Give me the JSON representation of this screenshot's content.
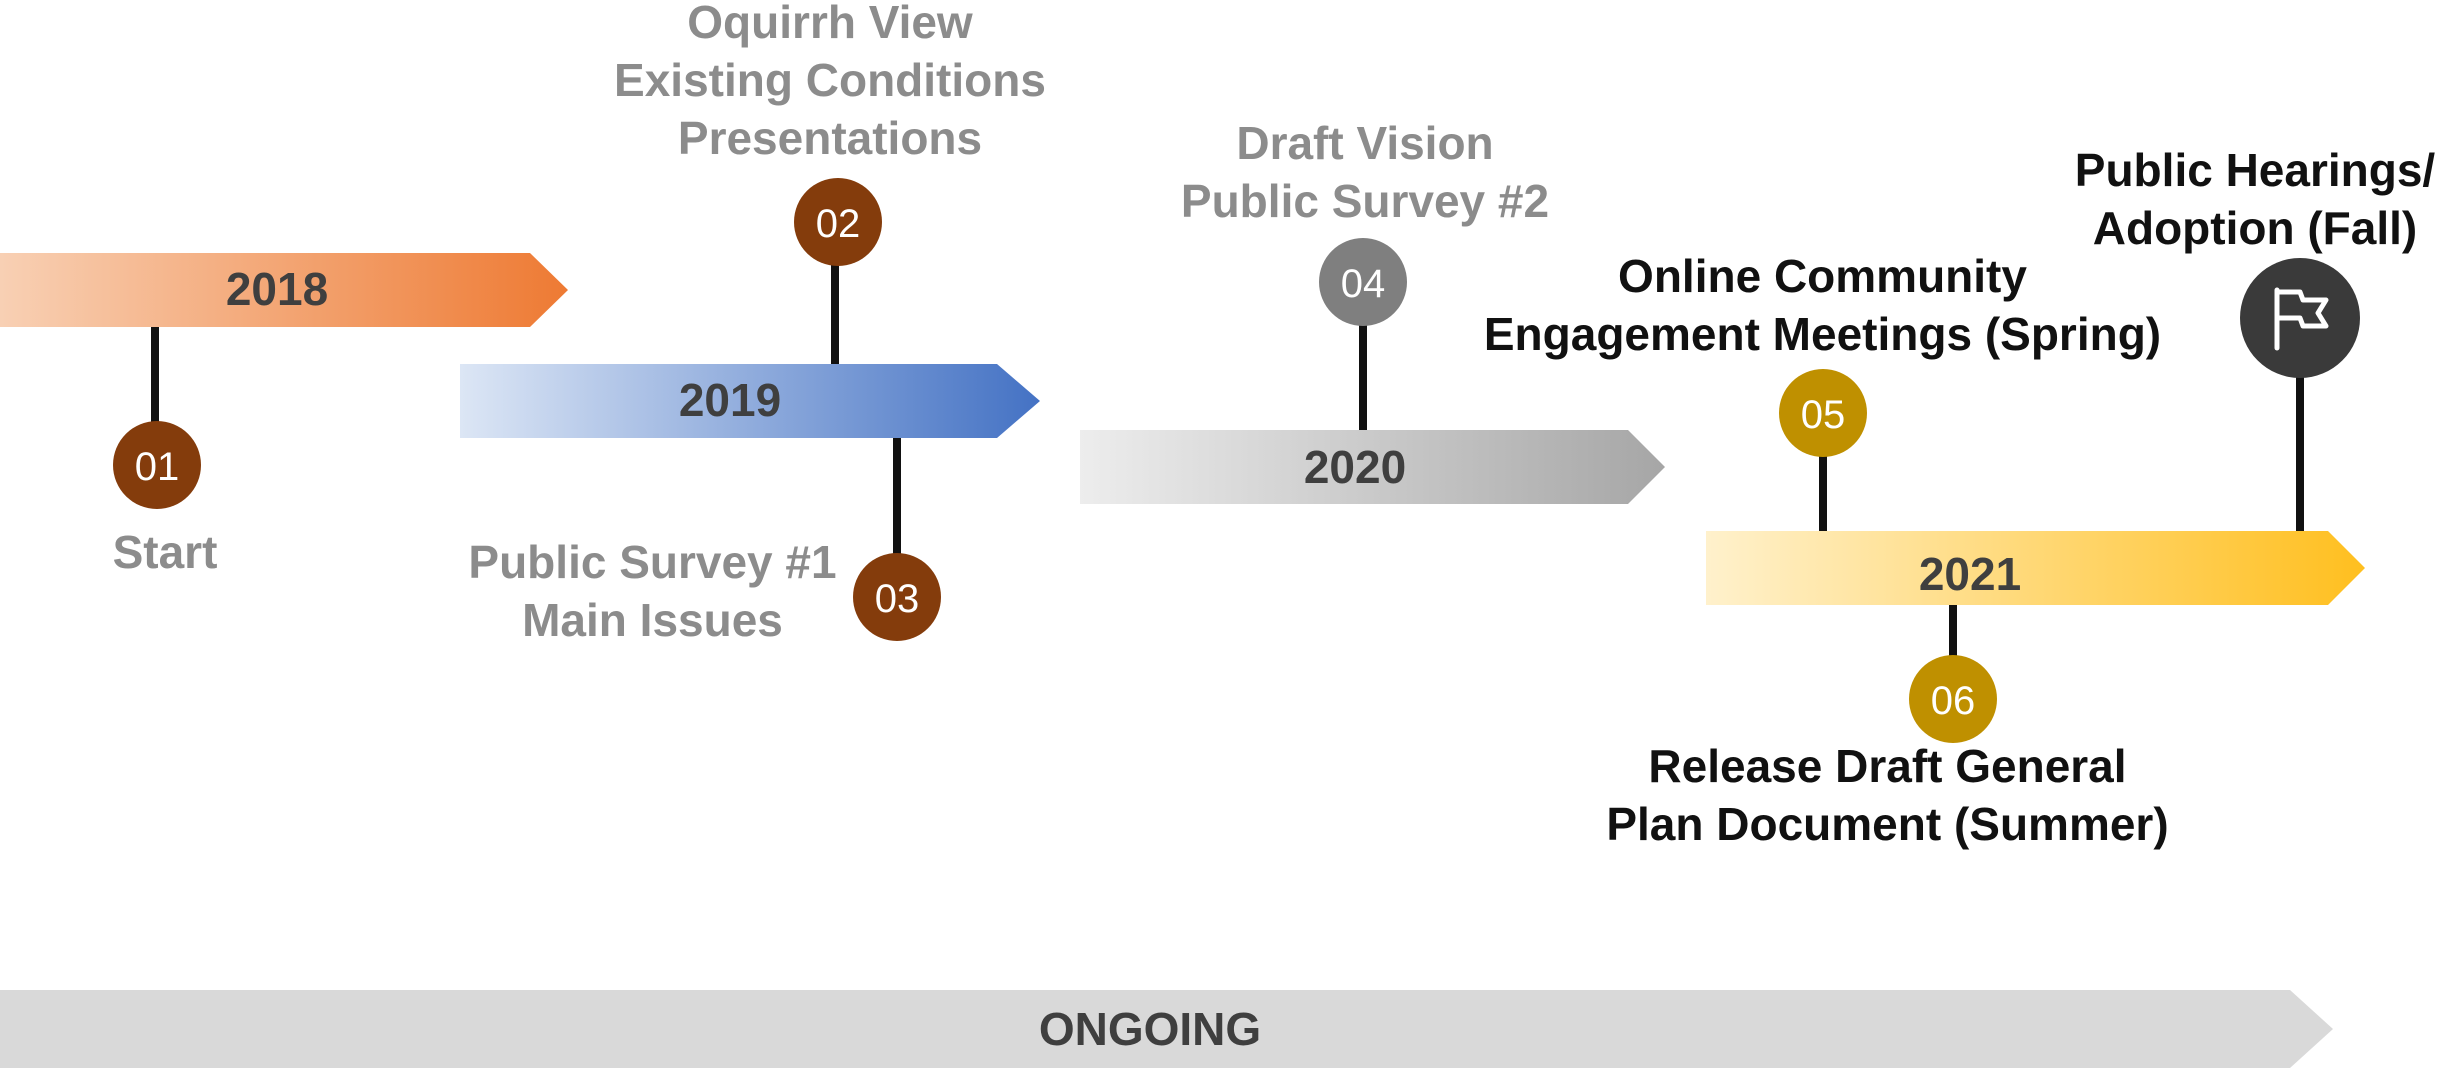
{
  "years": [
    {
      "label": "2018",
      "colors": [
        "#f8d0b4",
        "#ee7a33"
      ]
    },
    {
      "label": "2019",
      "colors": [
        "#dce6f5",
        "#4472c4"
      ]
    },
    {
      "label": "2020",
      "colors": [
        "#ededed",
        "#a6a6a6"
      ]
    },
    {
      "label": "2021",
      "colors": [
        "#fff1cc",
        "#ffbf1f"
      ]
    }
  ],
  "ongoing": {
    "label": "ONGOING",
    "color": "#d9d9d9"
  },
  "milestones": [
    {
      "number": "01",
      "color": "#843c0c",
      "lines": [
        "Start"
      ]
    },
    {
      "number": "02",
      "color": "#843c0c",
      "lines": [
        "Oquirrh View",
        "Existing Conditions",
        "Presentations"
      ]
    },
    {
      "number": "03",
      "color": "#843c0c",
      "lines": [
        "Public Survey #1",
        "Main Issues"
      ]
    },
    {
      "number": "04",
      "color": "#7f7f7f",
      "lines": [
        "Draft Vision",
        "Public Survey #2"
      ]
    },
    {
      "number": "05",
      "color": "#bf9000",
      "lines": [
        "Online Community",
        "Engagement Meetings (Spring)"
      ]
    },
    {
      "number": "06",
      "color": "#bf9000",
      "lines": [
        "Release Draft General",
        "Plan Document (Summer)"
      ]
    },
    {
      "number": "",
      "icon": "flag-icon",
      "color": "#3a3a3a",
      "lines": [
        "Public Hearings/",
        "Adoption (Fall)"
      ]
    }
  ],
  "label_colors": {
    "past": "#8c8c8c",
    "upcoming": "#111111"
  },
  "year_text_color": "#3f3f3f"
}
